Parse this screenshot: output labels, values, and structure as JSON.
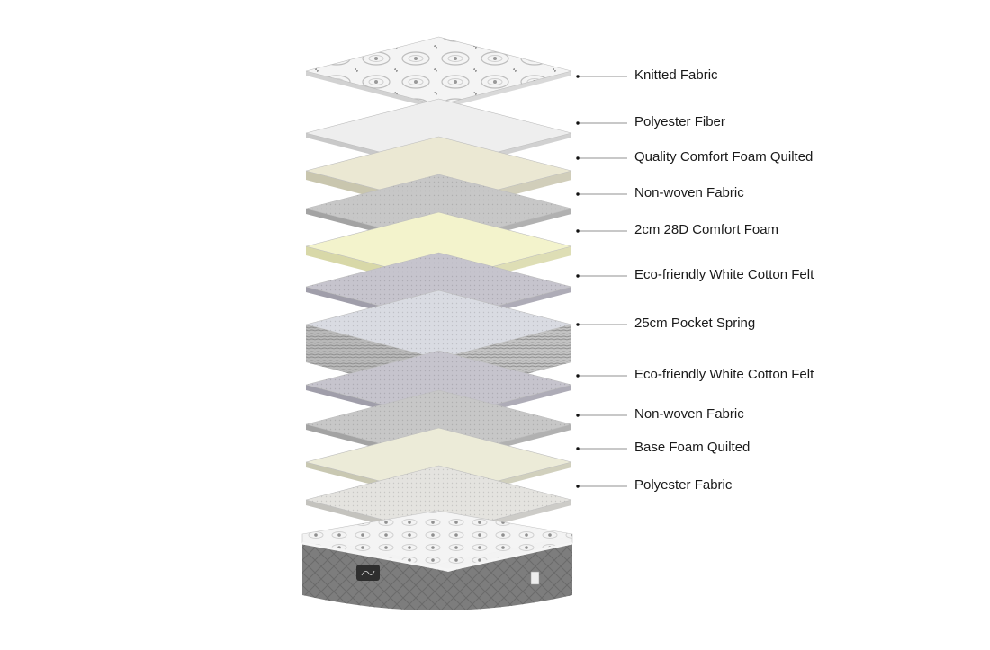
{
  "diagram": {
    "layers": [
      {
        "label": "Knitted Fabric",
        "pattern": "quilt",
        "top_color": "#f4f4f4",
        "side_color": "#d2d2d2"
      },
      {
        "label": "Polyester Fiber",
        "pattern": "plain",
        "top_color": "#eeeeee",
        "side_color": "#c9c9c9"
      },
      {
        "label": "Quality Comfort Foam Quilted",
        "pattern": "plain",
        "top_color": "#ebe8d3",
        "side_color": "#c9c6ae"
      },
      {
        "label": "Non-woven Fabric",
        "pattern": "mesh",
        "top_color": "#c7c7c7",
        "side_color": "#a3a3a3"
      },
      {
        "label": "2cm 28D Comfort Foam",
        "pattern": "plain",
        "top_color": "#f3f3cc",
        "side_color": "#d8d8a8"
      },
      {
        "label": "Eco-friendly White Cotton Felt",
        "pattern": "mesh",
        "top_color": "#c6c4cd",
        "side_color": "#a09eaa"
      },
      {
        "label": "25cm Pocket Spring",
        "pattern": "spring",
        "top_color": "#d9dbe2",
        "side_color": "#b9b9b9"
      },
      {
        "label": "Eco-friendly White Cotton Felt",
        "pattern": "mesh",
        "top_color": "#c6c4cd",
        "side_color": "#a09eaa"
      },
      {
        "label": "Non-woven Fabric",
        "pattern": "mesh",
        "top_color": "#c7c7c7",
        "side_color": "#a3a3a3"
      },
      {
        "label": "Base Foam Quilted",
        "pattern": "plain",
        "top_color": "#ecebd8",
        "side_color": "#c9c8b2"
      },
      {
        "label": "Polyester Fabric",
        "pattern": "mesh",
        "top_color": "#e4e3df",
        "side_color": "#c4c3be"
      }
    ],
    "mattress": {
      "top_color": "#f3f3f3",
      "body_color": "#7d7d7d",
      "band_color": "#e8e8e8"
    }
  }
}
